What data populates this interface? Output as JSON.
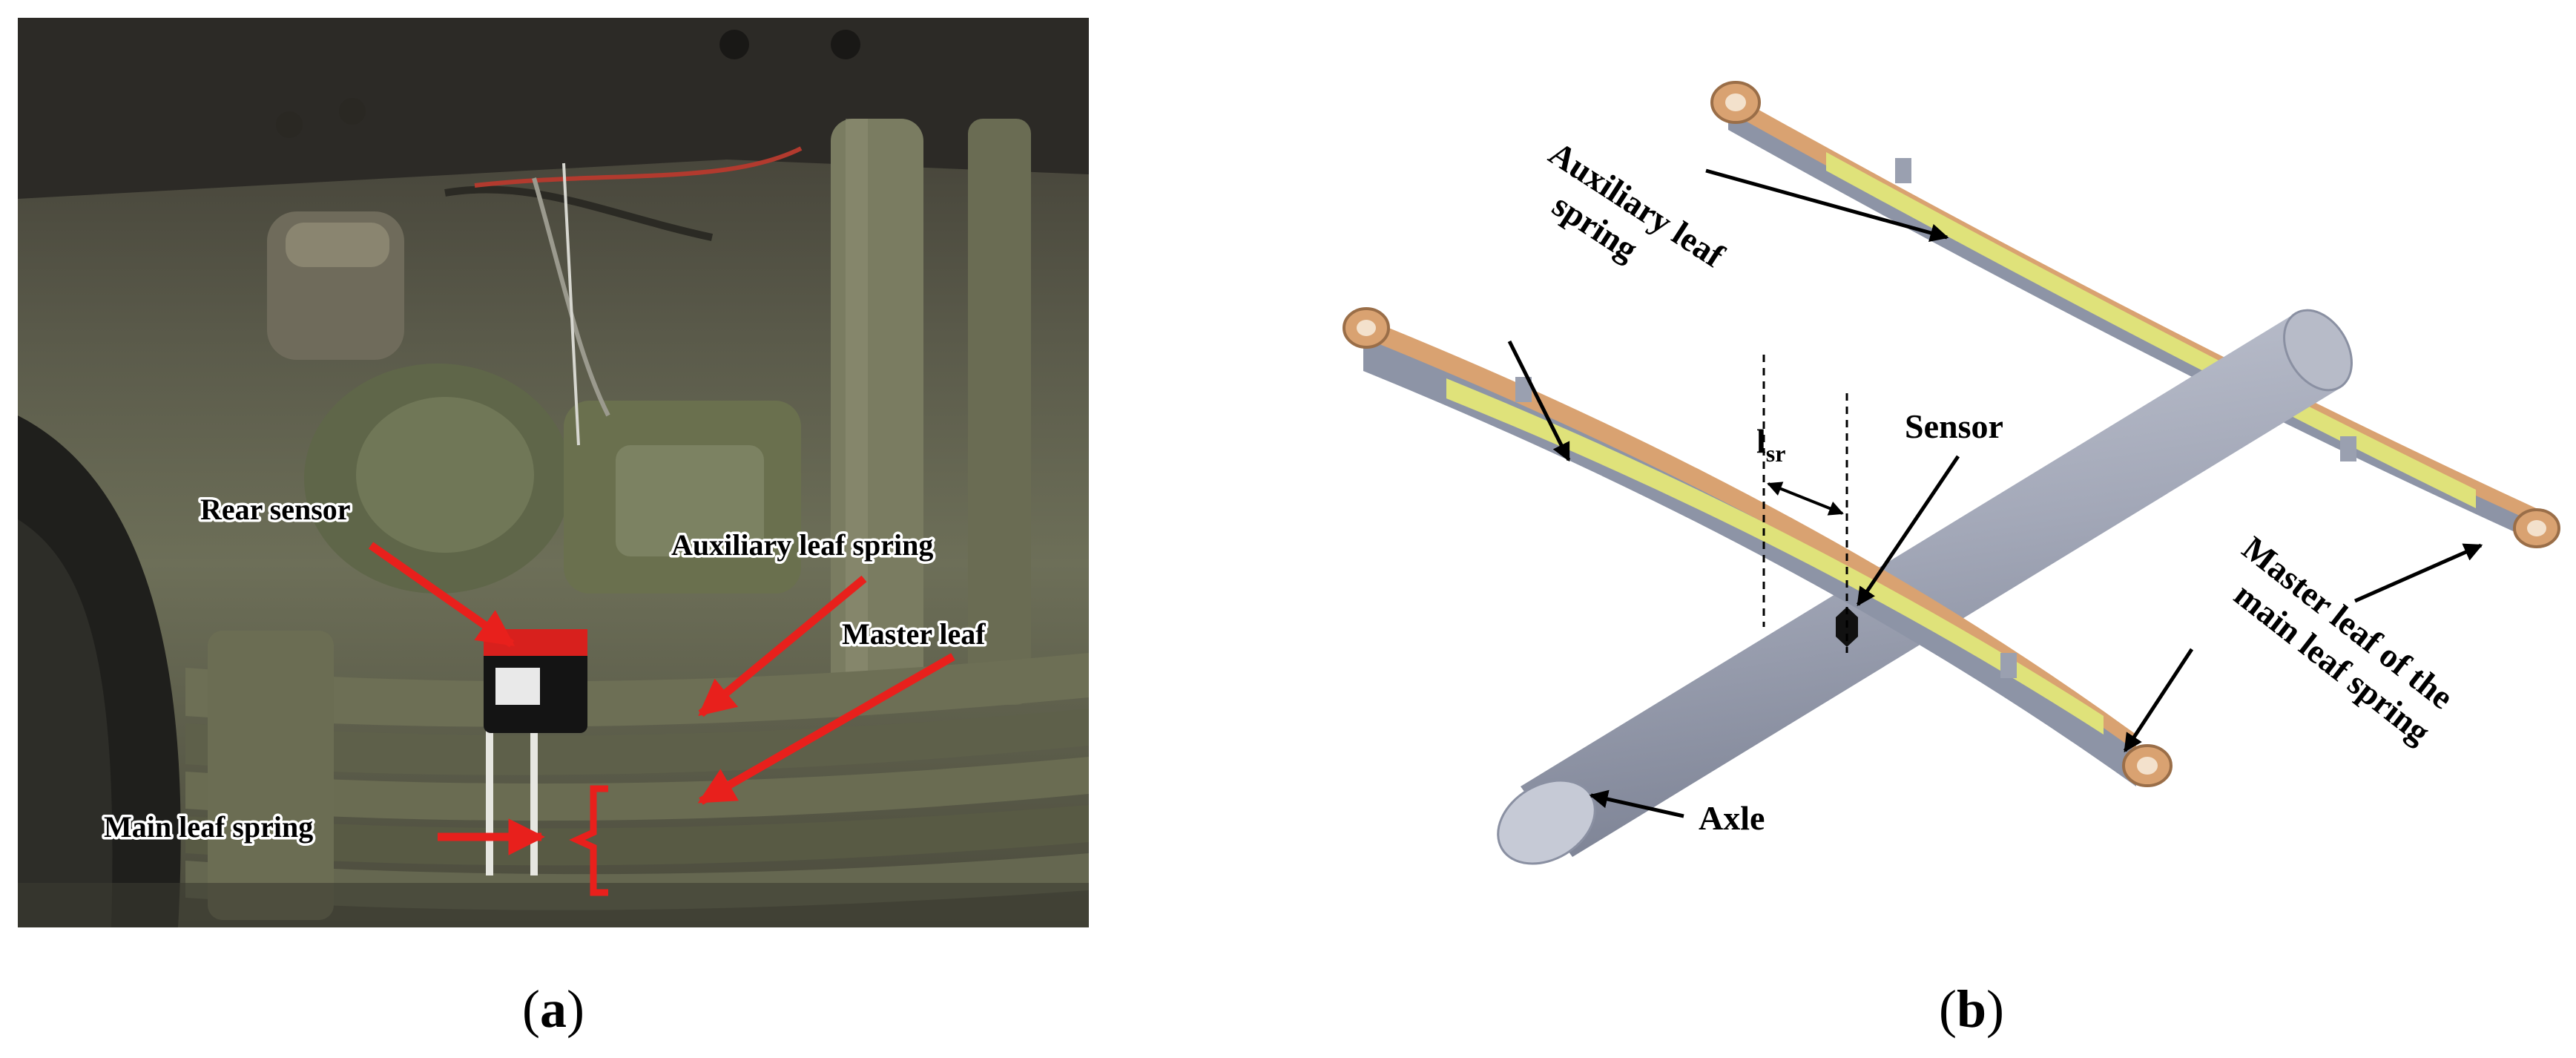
{
  "panel_a": {
    "caption_open": "(",
    "caption_letter": "a",
    "caption_close": ")",
    "labels": {
      "rear_sensor": "Rear sensor",
      "auxiliary_leaf_spring": "Auxiliary leaf spring",
      "master_leaf": "Master leaf",
      "main_leaf_spring": "Main leaf spring"
    },
    "colors": {
      "annotation": "#e8201c",
      "label_text": "#000000",
      "label_halo": "#ffffff"
    }
  },
  "panel_b": {
    "caption_open": "(",
    "caption_letter": "b",
    "caption_close": ")",
    "labels": {
      "auxiliary_line1": "Auxiliary leaf",
      "auxiliary_line2": "spring",
      "lsr_main": "l",
      "lsr_sub": "sr",
      "sensor": "Sensor",
      "master_line1": "Master leaf of the",
      "master_line2": "main leaf spring",
      "axle": "Axle"
    },
    "colors": {
      "aux_leaf": "#dfe27a",
      "master_leaf": "#d9a271",
      "leaf_stack": "#8d94a6",
      "axle": "#a3a8b8",
      "sensor": "#111111"
    }
  }
}
